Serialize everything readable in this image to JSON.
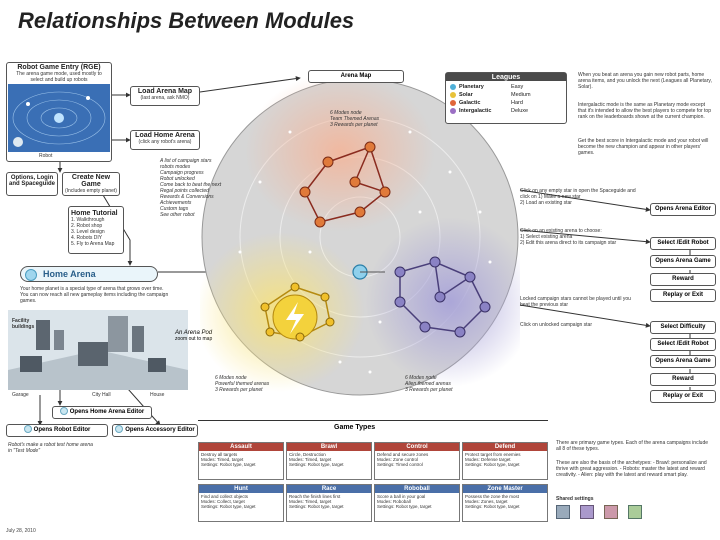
{
  "page": {
    "title": "Relationships Between Modules",
    "date": "July 28, 2010"
  },
  "robot_entry": {
    "title": "Robot Game Entry (RGE)",
    "sub": "The arena game mode, used mostly to select and build up robots",
    "map_label": "Robot"
  },
  "load_arena_map": {
    "title": "Load Arena Map",
    "sub": "(last arena, ask NMO)"
  },
  "load_home_arena": {
    "title": "Load Home Arena",
    "sub": "(click any robot's arena)"
  },
  "options_login": "Options, Login and Spaceguide",
  "create_new_game": {
    "title": "Create New Game",
    "sub": "(Includes empty planet)"
  },
  "home_tutorial": {
    "title": "Home Tutorial",
    "items": [
      "1. Walkthrough",
      "2. Robot shop",
      "3. Level design",
      "4. Robots DIY",
      "5. Fly to Arena Map"
    ]
  },
  "home_arena": "Home Arena",
  "home_arena_desc": "Your home planet is a special type of arena that grows over time. You can now reach all new gameplay items including the campaign games.",
  "city_labels": {
    "facility": "Facility buildings",
    "garage": "Garage",
    "city_hall": "City Hall",
    "house": "House"
  },
  "arena_pod": {
    "title": "An Arena Pod",
    "sub": "zoom out to map"
  },
  "arena_map": "Arena Map",
  "leagues": {
    "title": "Leagues",
    "rows": [
      {
        "name": "Planetary",
        "value": "Easy",
        "color": "#4fb0d8"
      },
      {
        "name": "Solar",
        "value": "Medium",
        "color": "#e8c23a"
      },
      {
        "name": "Galactic",
        "value": "Hard",
        "color": "#e0663a"
      },
      {
        "name": "Intergalactic",
        "value": "Deluxe",
        "color": "#9b6fc4"
      }
    ]
  },
  "right_text": {
    "p1": "When you beat an arena you gain new robot parts, home arena items, and you unlock the next (Leagues all Planetary, Solar).",
    "p2": "Intergalactic mode is the same as Planetary mode except that it's intended to allow the best players to compete for top rank on the leaderboards shown at the current champion.",
    "p3": "Get the best score in Intergalactic mode and your robot will become the new champion and appear in other players' games."
  },
  "map_notes": {
    "red": "6 Modes node\nTeam Themed Arenas\n3 Rewards per planet",
    "yellow": "6 Modes node\nPowerful themed arenas\n3 Rewards per planet",
    "purple": "6 Modes node\nAlien themed arenas\n3 Rewards per planet",
    "campaign": "A list of campaign stars\nrobots modes\nCampaign progress\nRobot unlocked\nCome back to beat the next\nRegal points collected\nRewards & Conversions\nAchievements\nCustom tags\nSee other robot"
  },
  "click_notes": {
    "empty": "Click on any empty star in open the Spaceguide and click on 1) Make a new star\n2) Load an existing star",
    "existing": "Click on an existing arena to choose:\n1) Select existing arena\n2) Edit this arena direct to its campaign star",
    "locked": "Locked campaign stars cannot be played until you beat the previous star",
    "unlocked": "Click on unlocked campaign star"
  },
  "buttons": {
    "opens_arena_editor": "Opens Arena Editor",
    "select_edit_robot": "Select /Edit Robot",
    "opens_arena_game": "Opens Arena Game",
    "reward": "Reward",
    "replay_or_exit": "Replay or Exit",
    "select_difficulty": "Select Difficulty",
    "opens_home_arena_editor": "Opens Home Arena Editor",
    "opens_robot_editor": "Opens Robot Editor",
    "opens_accessory_editor": "Opens Accessory Editor"
  },
  "robot_editor_note": "Robot's make a robot test home arena in \"Test Mode\"",
  "game_types": {
    "title": "Game Types",
    "items": [
      {
        "name": "Assault",
        "color": "#b0453a",
        "lines": [
          "Destroy all targets",
          "Modes: Timed, target",
          "Settings: Robot type, target"
        ]
      },
      {
        "name": "Brawl",
        "color": "#b0453a",
        "lines": [
          "Circle, Destruction",
          "Modes: Timed, target",
          "Settings: Robot type, target"
        ]
      },
      {
        "name": "Control",
        "color": "#b0453a",
        "lines": [
          "Defend and secure zones",
          "Modes: Zone control",
          "Settings: Timed control"
        ]
      },
      {
        "name": "Defend",
        "color": "#b0453a",
        "lines": [
          "Protect target from enemies",
          "Modes: Defense target",
          "Settings: Robot type, target"
        ]
      },
      {
        "name": "Hunt",
        "color": "#4a6fa8",
        "lines": [
          "Find and collect objects",
          "Modes: Collect, target",
          "Settings: Robot type, target"
        ]
      },
      {
        "name": "Race",
        "color": "#4a6fa8",
        "lines": [
          "Reach the finish lines first",
          "Modes: Timed, target",
          "Settings: Robot type, target"
        ]
      },
      {
        "name": "Roboball",
        "color": "#4a6fa8",
        "lines": [
          "Score a ball in your goal",
          "Modes: Roboball",
          "Settings: Robot type, target"
        ]
      },
      {
        "name": "Zone Master",
        "color": "#4a6fa8",
        "lines": [
          "Possess the zone the most",
          "Modes: Zones, target",
          "Settings: Robot type, target"
        ]
      }
    ]
  },
  "game_types_note": {
    "p1": "There are primary game types. Each of the arena campaigns include all 8 of these types.",
    "p2": "These are also the basis of the archetypes: - Brawl: personalize and thrive with great aggression. - Robots: master the latest and reward creativity. - Alien: play with the latest and reward smart play.",
    "settings": "Shared settings"
  }
}
